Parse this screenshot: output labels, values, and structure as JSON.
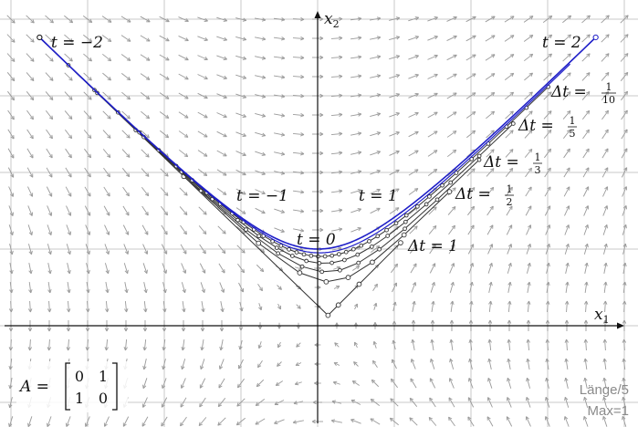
{
  "axes": {
    "x_label": "x",
    "x_sub": "1",
    "y_label": "x",
    "y_sub": "2"
  },
  "time_labels": {
    "t_neg2": "t = −2",
    "t_neg1": "t = −1",
    "t_0": "t = 0",
    "t_1": "t = 1",
    "t_2": "t = 2"
  },
  "step_labels": {
    "dt_1": "Δt = 1",
    "dt_1_2": {
      "prefix": "Δt =",
      "num": "1",
      "den": "2"
    },
    "dt_1_3": {
      "prefix": "Δt =",
      "num": "1",
      "den": "3"
    },
    "dt_1_5": {
      "prefix": "Δt =",
      "num": "1",
      "den": "5"
    },
    "dt_1_10": {
      "prefix": "Δt =",
      "num": "1",
      "den": "10"
    }
  },
  "matrix": {
    "name": "A =",
    "rows": [
      [
        "0",
        "1"
      ],
      [
        "1",
        "0"
      ]
    ]
  },
  "legend": {
    "length": "Länge/5",
    "max": "Max=1"
  },
  "colors": {
    "exact": "#1f1fc8",
    "euler": "#333333",
    "field": "#9a9a9a",
    "grid": "#c9c9c9"
  }
}
